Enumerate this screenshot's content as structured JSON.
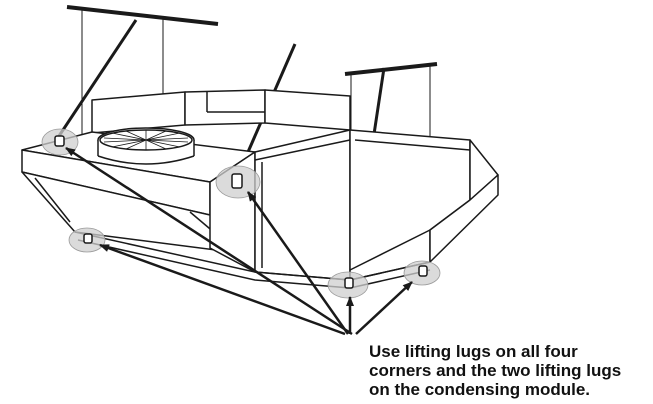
{
  "caption": {
    "lines": [
      "Use lifting lugs on all four",
      "corners and the two lifting lugs",
      "on the condensing module."
    ]
  },
  "colors": {
    "line": "#1a1a1a",
    "lug_highlight": "#cfcfcf",
    "background": "#ffffff"
  }
}
